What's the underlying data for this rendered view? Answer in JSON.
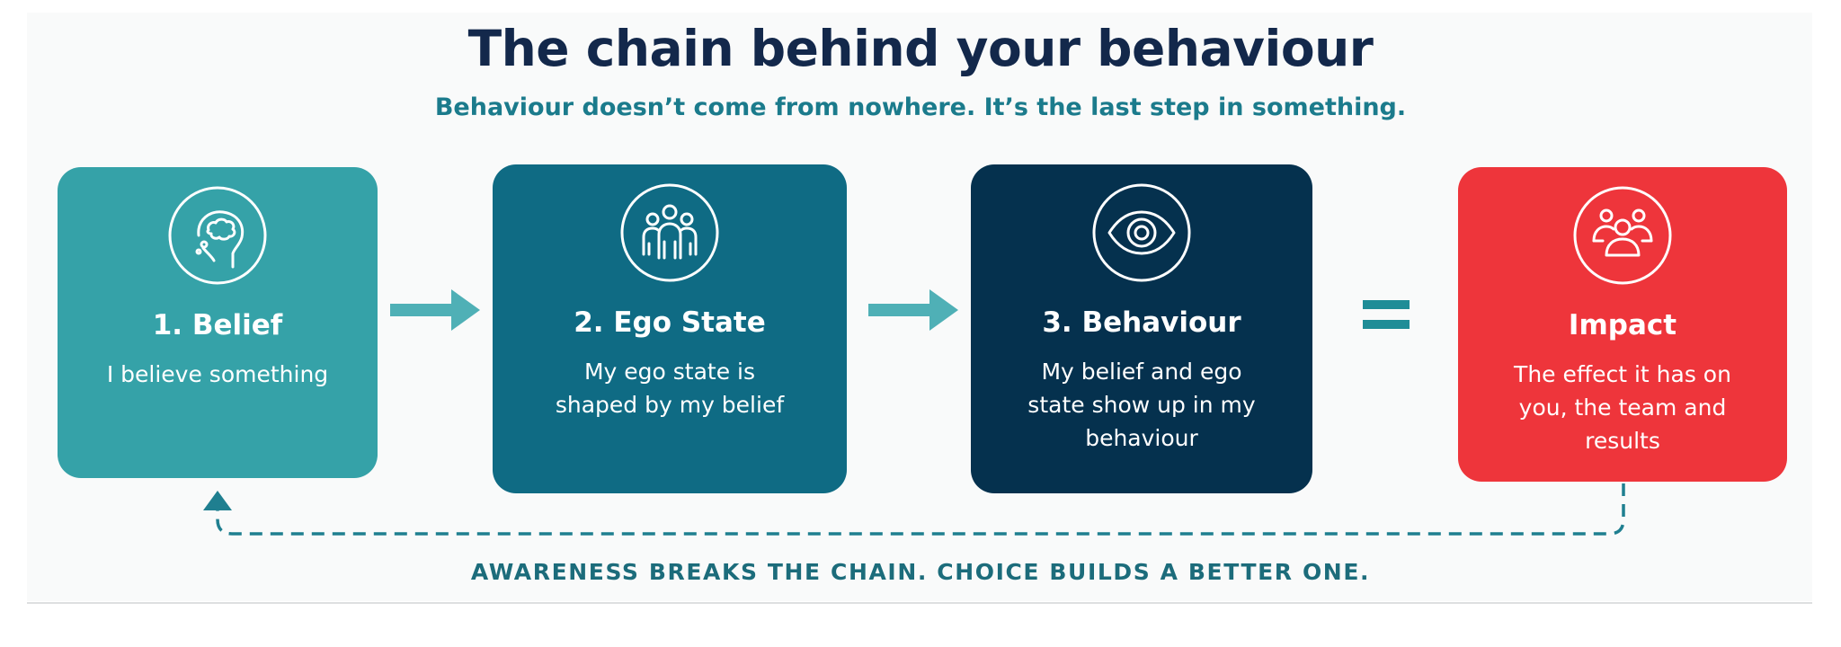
{
  "header": {
    "title": "The chain behind your behaviour",
    "subtitle": "Behaviour doesn’t come from nowhere. It’s the last step in something."
  },
  "steps": [
    {
      "title": "1. Belief",
      "description": "I believe something",
      "icon": "thought-head-icon",
      "color": "#35a2a8"
    },
    {
      "title": "2. Ego State",
      "description": "My ego state is shaped by my belief",
      "icon": "group-icon",
      "color": "#0f6b84"
    },
    {
      "title": "3. Behaviour",
      "description": "My belief and ego state show up in my behaviour",
      "icon": "eye-icon",
      "color": "#05314e"
    },
    {
      "title": "Impact",
      "description": "The effect it has on you, the team and results",
      "icon": "team-icon",
      "color": "#ee353b"
    }
  ],
  "connectors": [
    "arrow-right",
    "arrow-right",
    "equals",
    "dashed-loop-back"
  ],
  "footer": {
    "tagline": "AWARENESS BREAKS THE CHAIN. CHOICE BUILDS A BETTER ONE."
  },
  "colors": {
    "title": "#13284b",
    "subtitle": "#1b7b8c",
    "connector": "#4fb0b6",
    "loop": "#1f7f90"
  }
}
